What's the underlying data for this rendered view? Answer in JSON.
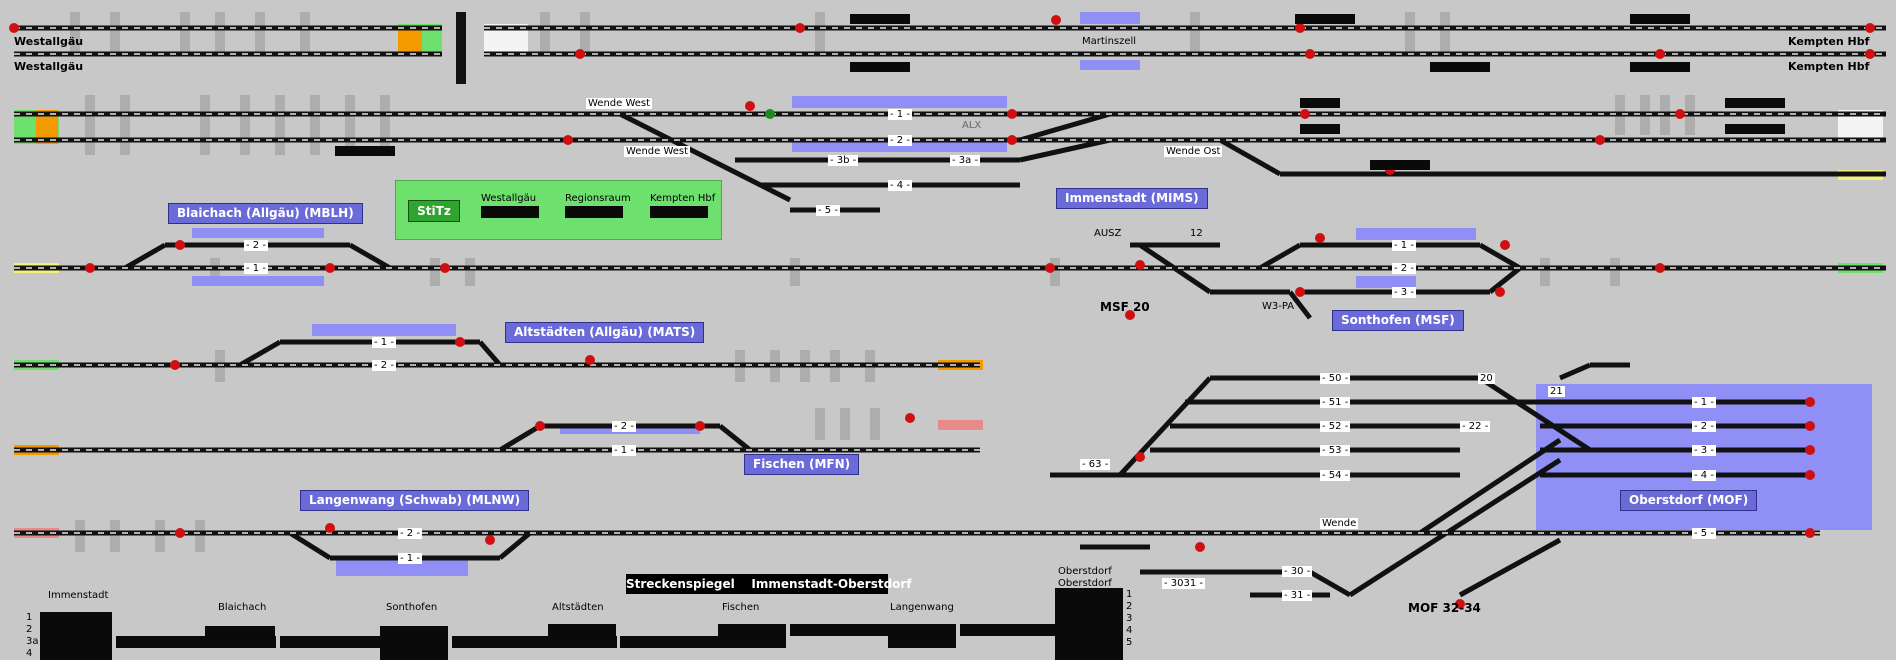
{
  "colors": {
    "background": "#c8c8c8",
    "track": "#111111",
    "free_section": "#f4f4f4",
    "occupied_blue": "#8f8ff5",
    "station_label_bg": "#6a6ad8",
    "panel_green": "#6ee06e",
    "orange": "#f39a00",
    "red_signal": "#d01010",
    "green_signal": "#1c8a1c",
    "yellow_end": "#f2f27a",
    "pink": "#e88a8a"
  },
  "endpoints": {
    "westallgaeu_1": "Westallgäu",
    "westallgaeu_2": "Westallgäu",
    "kempten_1": "Kempten Hbf",
    "kempten_2": "Kempten Hbf",
    "martinszell": "Martinszell"
  },
  "stations": {
    "blaichach": "Blaichach (Allgäu) (MBLH)",
    "immenstadt": "Immenstadt (MIMS)",
    "altstaedten": "Altstädten (Allgäu) (MATS)",
    "sonthofen": "Sonthofen (MSF)",
    "fischen": "Fischen (MFN)",
    "langenwang": "Langenwang (Schwab) (MLNW)",
    "oberstdorf": "Oberstdorf (MOF)"
  },
  "panel": {
    "stitz_button": "StiTz",
    "labels": [
      "Westallgäu",
      "Regionsraum",
      "Kempten Hbf"
    ]
  },
  "small_labels": {
    "wende_west_1": "Wende West",
    "wende_west_2": "Wende West",
    "wende_ost": "Wende Ost",
    "alx": "ALX",
    "ausz": "AUSZ",
    "twelve": "12",
    "msf20": "MSF 20",
    "w3pa": "W3-PA",
    "wende": "Wende",
    "mof3234": "MOF 32-34",
    "oberstdorf_small": "Oberstdorf"
  },
  "track_numbers": {
    "imm_1": "- 1 -",
    "imm_2": "- 2 -",
    "imm_3a": "- 3a -",
    "imm_3b": "- 3b -",
    "imm_4": "- 4 -",
    "imm_5": "- 5 -",
    "bl_1": "- 1 -",
    "bl_2": "- 2 -",
    "msf_1": "- 1 -",
    "msf_2": "- 2 -",
    "msf_3": "- 3 -",
    "mats_1": "- 1 -",
    "mats_2": "- 2 -",
    "mfn_1": "- 1 -",
    "mfn_2": "- 2 -",
    "mlnw_1": "- 1 -",
    "mlnw_2": "- 2 -",
    "mof_1": "- 1 -",
    "mof_2": "- 2 -",
    "mof_3": "- 3 -",
    "mof_4": "- 4 -",
    "mof_5": "- 5 -",
    "mof_50": "- 50 -",
    "mof_51": "- 51 -",
    "mof_52": "- 52 -",
    "mof_53": "- 53 -",
    "mof_54": "- 54 -",
    "mof_20": "20",
    "mof_21": "21",
    "mof_22": "- 22 -",
    "mof_30": "- 30 -",
    "mof_31": "- 31 -",
    "mof_63": "- 63 -",
    "mof_3031": "- 3031 -"
  },
  "route_mirror": {
    "title": "Streckenspiegel    Immenstadt-Oberstdorf",
    "stops": [
      "Immenstadt",
      "Blaichach",
      "Sonthofen",
      "Altstädten",
      "Fischen",
      "Langenwang",
      "Oberstdorf"
    ],
    "immenstadt_tracks": [
      "1",
      "2",
      "3a",
      "4"
    ],
    "oberstdorf_tracks": [
      "1",
      "2",
      "3",
      "4",
      "5"
    ]
  }
}
